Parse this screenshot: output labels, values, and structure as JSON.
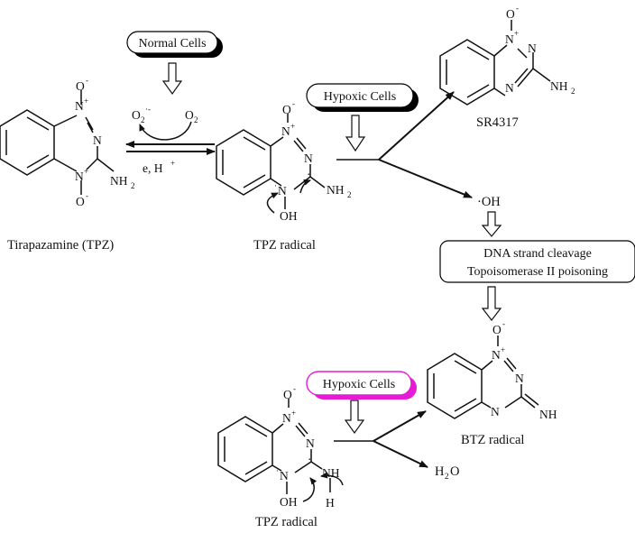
{
  "cells": {
    "normal": "Normal Cells",
    "hypoxic_top": "Hypoxic Cells",
    "hypoxic_bottom": "Hypoxic Cells"
  },
  "colors": {
    "normal_shadow": "#000000",
    "hypoxic_top_shadow": "#000000",
    "hypoxic_bottom_shadow": "#e51bd6"
  },
  "compounds": {
    "tpz": "Tirapazamine (TPZ)",
    "tpz_radical": "TPZ radical",
    "tpz_radical_bottom": "TPZ radical",
    "sr4317": "SR4317",
    "btz_radical": "BTZ radical"
  },
  "reagents": {
    "o2_minus": "O",
    "o2_minus_sub": "2",
    "o2_minus_sup": "·-",
    "o2": "O",
    "o2_sub": "2",
    "electron": "e, H",
    "electron_sup": "+"
  },
  "products": {
    "oh": "·OH",
    "water": "H",
    "water_sub": "2",
    "water_tail": "O"
  },
  "effects": {
    "line1": "DNA strand cleavage",
    "line2": "Topoisomerase II poisoning"
  },
  "atoms": {
    "n": "N",
    "n_plus": "+",
    "o_minus": "O",
    "minus": "-",
    "nh": "NH",
    "nh2": "NH",
    "h": "H",
    "oh": "OH",
    "sub2": "2",
    "dot": "·"
  }
}
